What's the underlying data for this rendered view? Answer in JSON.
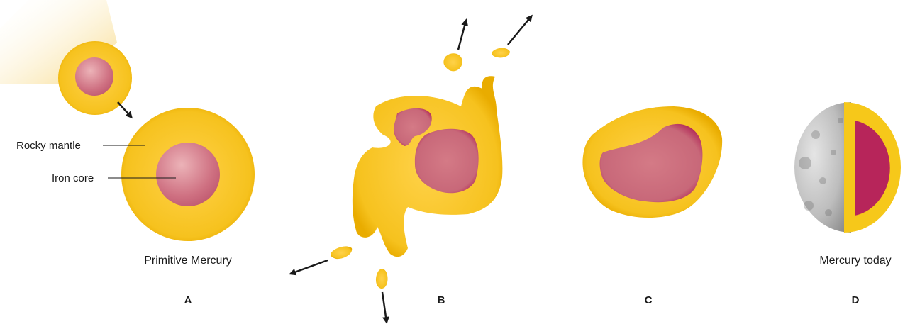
{
  "labels": {
    "rocky_mantle": "Rocky mantle",
    "iron_core": "Iron core",
    "primitive_mercury": "Primitive Mercury",
    "mercury_today": "Mercury today"
  },
  "panels": {
    "a": "A",
    "b": "B",
    "c": "C",
    "d": "D"
  },
  "colors": {
    "mantle": "#f4c21a",
    "mantle_dark": "#e0a800",
    "core_light": "#e39aa2",
    "core": "#c8687a",
    "core_rim": "#b7275a",
    "surface_gray": "#a9a9a9",
    "arrow": "#1a1a1a"
  }
}
